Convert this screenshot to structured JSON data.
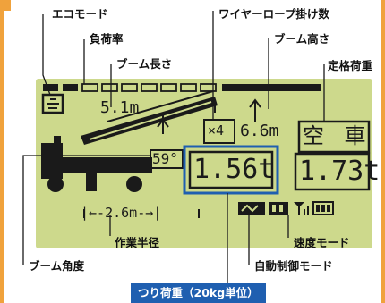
{
  "callouts": {
    "eco_mode": "エコモード",
    "load_ratio": "負荷率",
    "boom_length": "ブーム長さ",
    "wire_rope_parts": "ワイヤーロープ掛け数",
    "boom_height": "ブーム高さ",
    "rated_load": "定格荷重",
    "working_radius": "作業半径",
    "speed_mode": "速度モード",
    "boom_angle": "ブーム角度",
    "auto_control_mode": "自動制御モード",
    "hook_load": "つり荷重（20kg単位）"
  },
  "lcd": {
    "boom_length": "5.1m",
    "wire_parts": "×4",
    "boom_height": "6.6m",
    "status": "空 車",
    "angle": "59°",
    "hook_load": "1.56t",
    "rated_load": "1.73t",
    "radius": "|←-2.6m-→|"
  },
  "load_ratio_level": {
    "filled": 2,
    "total": 9
  },
  "colors": {
    "frame": "#f0a23c",
    "lcd_bg": "#cdd98c",
    "lcd_ink": "#1a1a1a",
    "highlight": "#1f5fb0"
  },
  "icons": [
    "eco-mode-icon",
    "boom-icon",
    "truck-icon",
    "auto-control-icon",
    "speed-mode-icon",
    "antenna-icon",
    "battery-icon"
  ]
}
